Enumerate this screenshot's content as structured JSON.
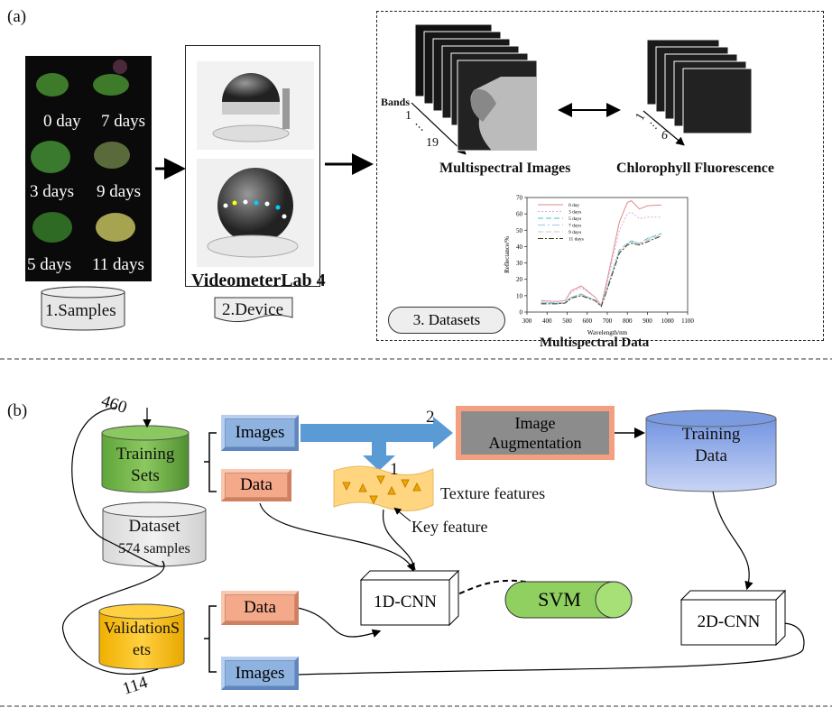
{
  "panel_a": {
    "label": "(a)",
    "samples": {
      "days": [
        "0 day",
        "7 days",
        "3 days",
        "9 days",
        "5 days",
        "11 days"
      ],
      "caption": "1.Samples"
    },
    "device": {
      "name": "VideometerLab 4",
      "caption": "2.Device"
    },
    "datasets": {
      "caption": "3. Datasets",
      "multispectral_images": "Multispectral Images",
      "bands_label": "Bands",
      "bands_start": "1",
      "bands_dots": "⋯",
      "bands_end": "19",
      "chlorophyll": "Chlorophyll Fluorescence",
      "chl_start": "1",
      "chl_dots": "⋯",
      "chl_end": "6",
      "multispectral_data": "Multispectral Data"
    }
  },
  "chart_data": {
    "type": "line",
    "xlabel": "Wavelength/nm",
    "ylabel": "Reflectance/%",
    "xlim": [
      300,
      1100
    ],
    "ylim": [
      0,
      70
    ],
    "xticks": [
      "300",
      "400",
      "500",
      "600",
      "700",
      "800",
      "900",
      "1000",
      "1100"
    ],
    "yticks": [
      "0",
      "10",
      "20",
      "30",
      "40",
      "50",
      "60",
      "70"
    ],
    "legend_position": "top-left",
    "grid": false,
    "x": [
      370,
      450,
      490,
      520,
      570,
      640,
      670,
      700,
      760,
      800,
      820,
      860,
      900,
      970
    ],
    "series": [
      {
        "name": "0  day",
        "color": "#e08a8a",
        "dash": "",
        "values": [
          7,
          6.5,
          7,
          13,
          16,
          9,
          4,
          20,
          55,
          67,
          68,
          63,
          65,
          65.5
        ]
      },
      {
        "name": "3  days",
        "color": "#e0a8d8",
        "dash": "2,2",
        "values": [
          7,
          6.5,
          7,
          12,
          15,
          9,
          4,
          18,
          50,
          60,
          61,
          57,
          58,
          58
        ]
      },
      {
        "name": "5  days",
        "color": "#3cc0cc",
        "dash": "6,3",
        "values": [
          6,
          5.5,
          6,
          9,
          11,
          7,
          3.5,
          15,
          38,
          42,
          43.5,
          42,
          45,
          48
        ]
      },
      {
        "name": "7  days",
        "color": "#9ccbe0",
        "dash": "8,3,2,3",
        "values": [
          6,
          5.5,
          6,
          9,
          11,
          7,
          3.5,
          15,
          38,
          42,
          43.5,
          42,
          45,
          47.5
        ]
      },
      {
        "name": "9 days",
        "color": "#c8c8c8",
        "dash": "6,3",
        "values": [
          5.5,
          5,
          5.5,
          8.5,
          10.5,
          7,
          3.5,
          14.5,
          37,
          41.5,
          42.5,
          41.5,
          44,
          47
        ]
      },
      {
        "name": "11 days",
        "color": "#3a3a18",
        "dash": "6,2,2,2",
        "values": [
          5,
          5,
          5.5,
          8.5,
          10,
          7,
          3.5,
          14,
          36,
          41,
          42,
          41,
          43,
          46.5
        ]
      }
    ]
  },
  "panel_b": {
    "label": "(b)",
    "count_training": "460",
    "count_validation": "114",
    "training_sets": [
      "Training",
      "Sets"
    ],
    "dataset": "Dataset",
    "dataset_samples": "574 samples",
    "validation_sets": [
      "ValidationS",
      "ets"
    ],
    "images_top": "Images",
    "data_top": "Data",
    "data_bottom": "Data",
    "images_bottom": "Images",
    "arrow_1": "1",
    "arrow_2": "2",
    "image_augmentation": [
      "Image",
      "Augmentation"
    ],
    "training_data": [
      "Training",
      "Data"
    ],
    "texture_features": "Texture features",
    "key_feature": "Key feature",
    "cnn1d": "1D-CNN",
    "svm": "SVM",
    "cnn2d": "2D-CNN"
  },
  "colors": {
    "training_green": "#5fa63a",
    "dataset_grey": "#e0e0e0",
    "validation_orange": "#ffc000",
    "images_blue": "#8fb3e0",
    "data_salmon": "#f4a98a",
    "augmentation_border": "#f4a080",
    "augmentation_inner": "#8c8c8c",
    "training_data_blue": "#7a9be0",
    "arrow_blue": "#5b9bd5",
    "svm_green": "#90d060"
  }
}
